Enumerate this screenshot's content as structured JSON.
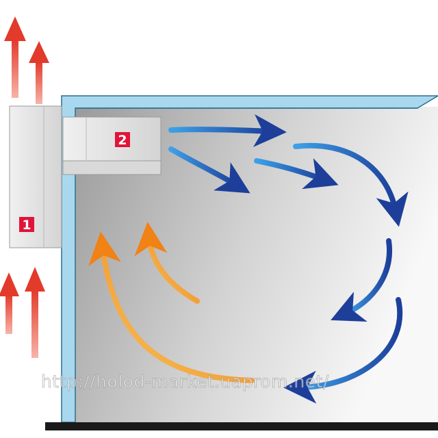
{
  "labels": {
    "outdoor_unit_number": "1",
    "indoor_unit_number": "2"
  },
  "watermark": "http://holod-market.uaprom.net/",
  "colors": {
    "background": "#ffffff",
    "wall_fill": "#a9d8ee",
    "wall_stroke": "#2d6e8f",
    "room_light": "#f6f6f6",
    "room_dark": "#9e9e9e",
    "unit_fill": "#e2e2e2",
    "badge": "#e0143a",
    "hot_air": "#f08a1c",
    "cold_air": "#1f5fb8",
    "exhaust_air": "#e8574a",
    "floor": "#1a1a1a"
  },
  "flows": [
    {
      "name": "exhaust-arrows",
      "kind": "hot-air-out"
    },
    {
      "name": "intake-arrows",
      "kind": "ambient-air-in"
    },
    {
      "name": "cold-air-arrows",
      "kind": "cold-air-out"
    },
    {
      "name": "return-air-arrows",
      "kind": "warm-air-return"
    }
  ],
  "icons": [
    "up-arrow-icon",
    "curved-arrow-icon"
  ]
}
